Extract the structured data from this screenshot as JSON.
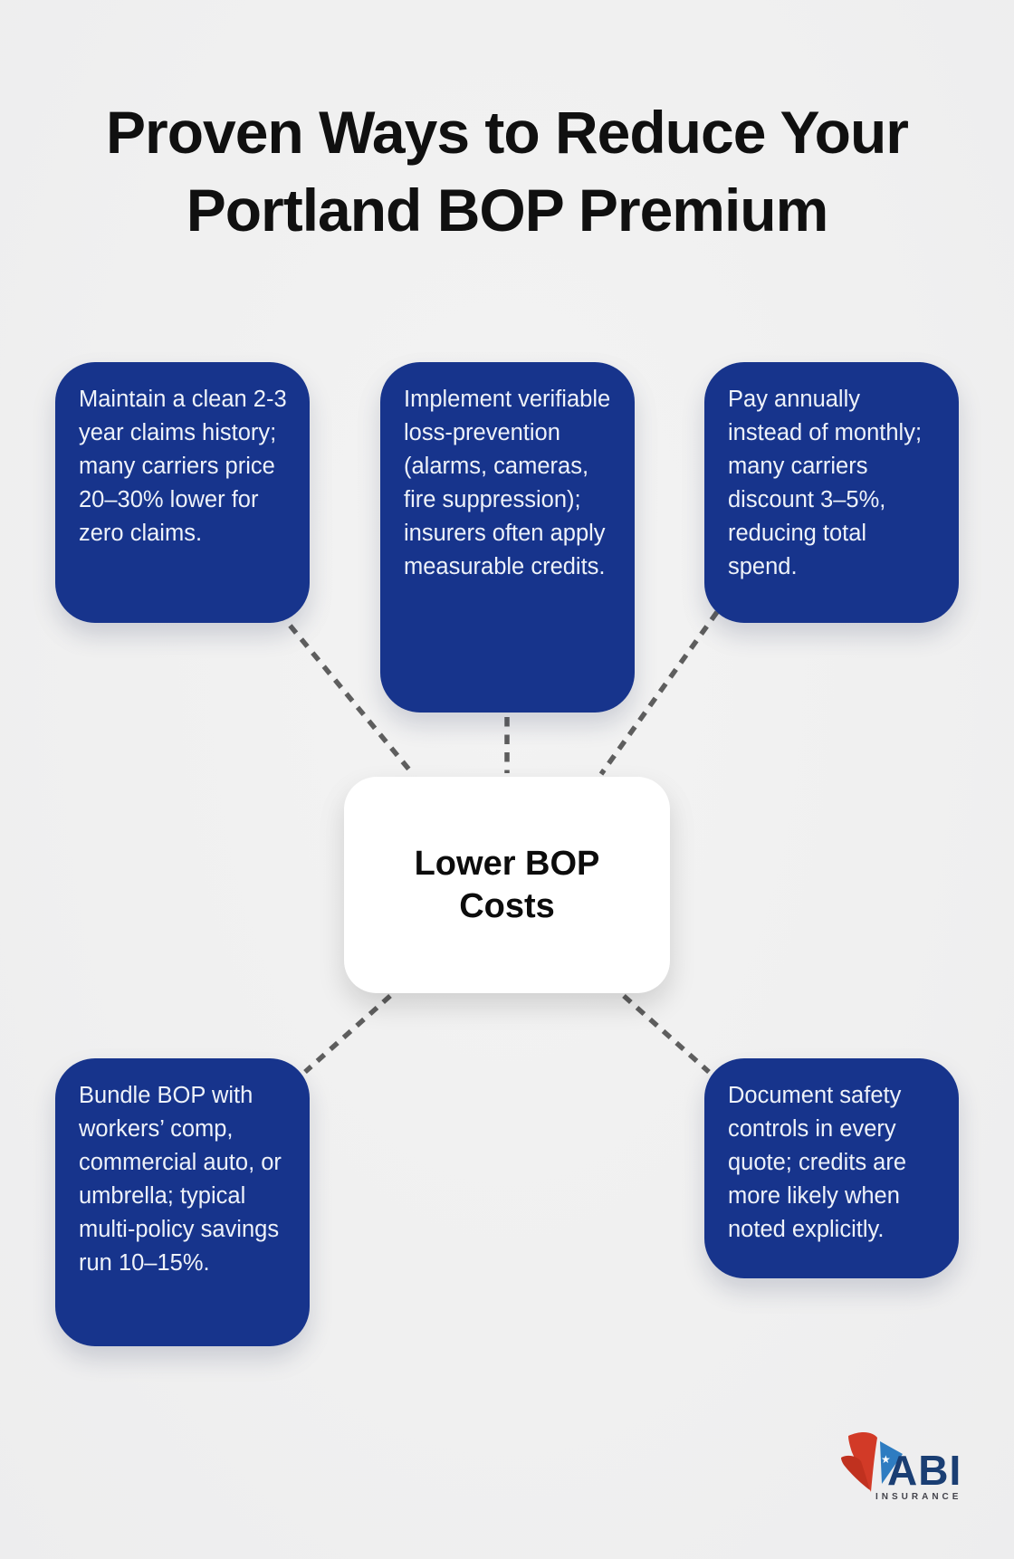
{
  "title": {
    "line1": "Proven Ways to Reduce Your",
    "line2": "Portland BOP Premium"
  },
  "center": {
    "label": "Lower BOP Costs"
  },
  "tips": [
    {
      "name": "claims-history",
      "text": "Maintain a clean 2-3 year claims history; many carriers price 20–30% lower for zero claims."
    },
    {
      "name": "loss-prevention",
      "text": "Implement verifiable loss-prevention (alarms, cameras, fire suppression); insurers often apply measurable credits."
    },
    {
      "name": "pay-annually",
      "text": "Pay annually instead of monthly; many carriers discount 3–5%, reducing total spend."
    },
    {
      "name": "bundle-policies",
      "text": "Bundle BOP with workers’ comp, commercial auto, or umbrella; typical multi-policy savings run 10–15%."
    },
    {
      "name": "document-safety",
      "text": "Document safety controls in every quote; credits are more likely when noted explicitly."
    }
  ],
  "logo": {
    "brand": "ABI",
    "tagline": "INSURANCE",
    "star": "★"
  },
  "colors": {
    "background": "#F0F0F0",
    "tip_box_blue": "#17348C",
    "tip_text": "#EEF2F9",
    "connector_gray": "#5E5E5E",
    "title_text": "#101010",
    "center_box": "#FFFFFF",
    "logo_navy": "#1A3E73",
    "logo_red": "#D23A27",
    "logo_sail_blue": "#2E7CC1",
    "logo_tagline_gray": "#43434B"
  }
}
